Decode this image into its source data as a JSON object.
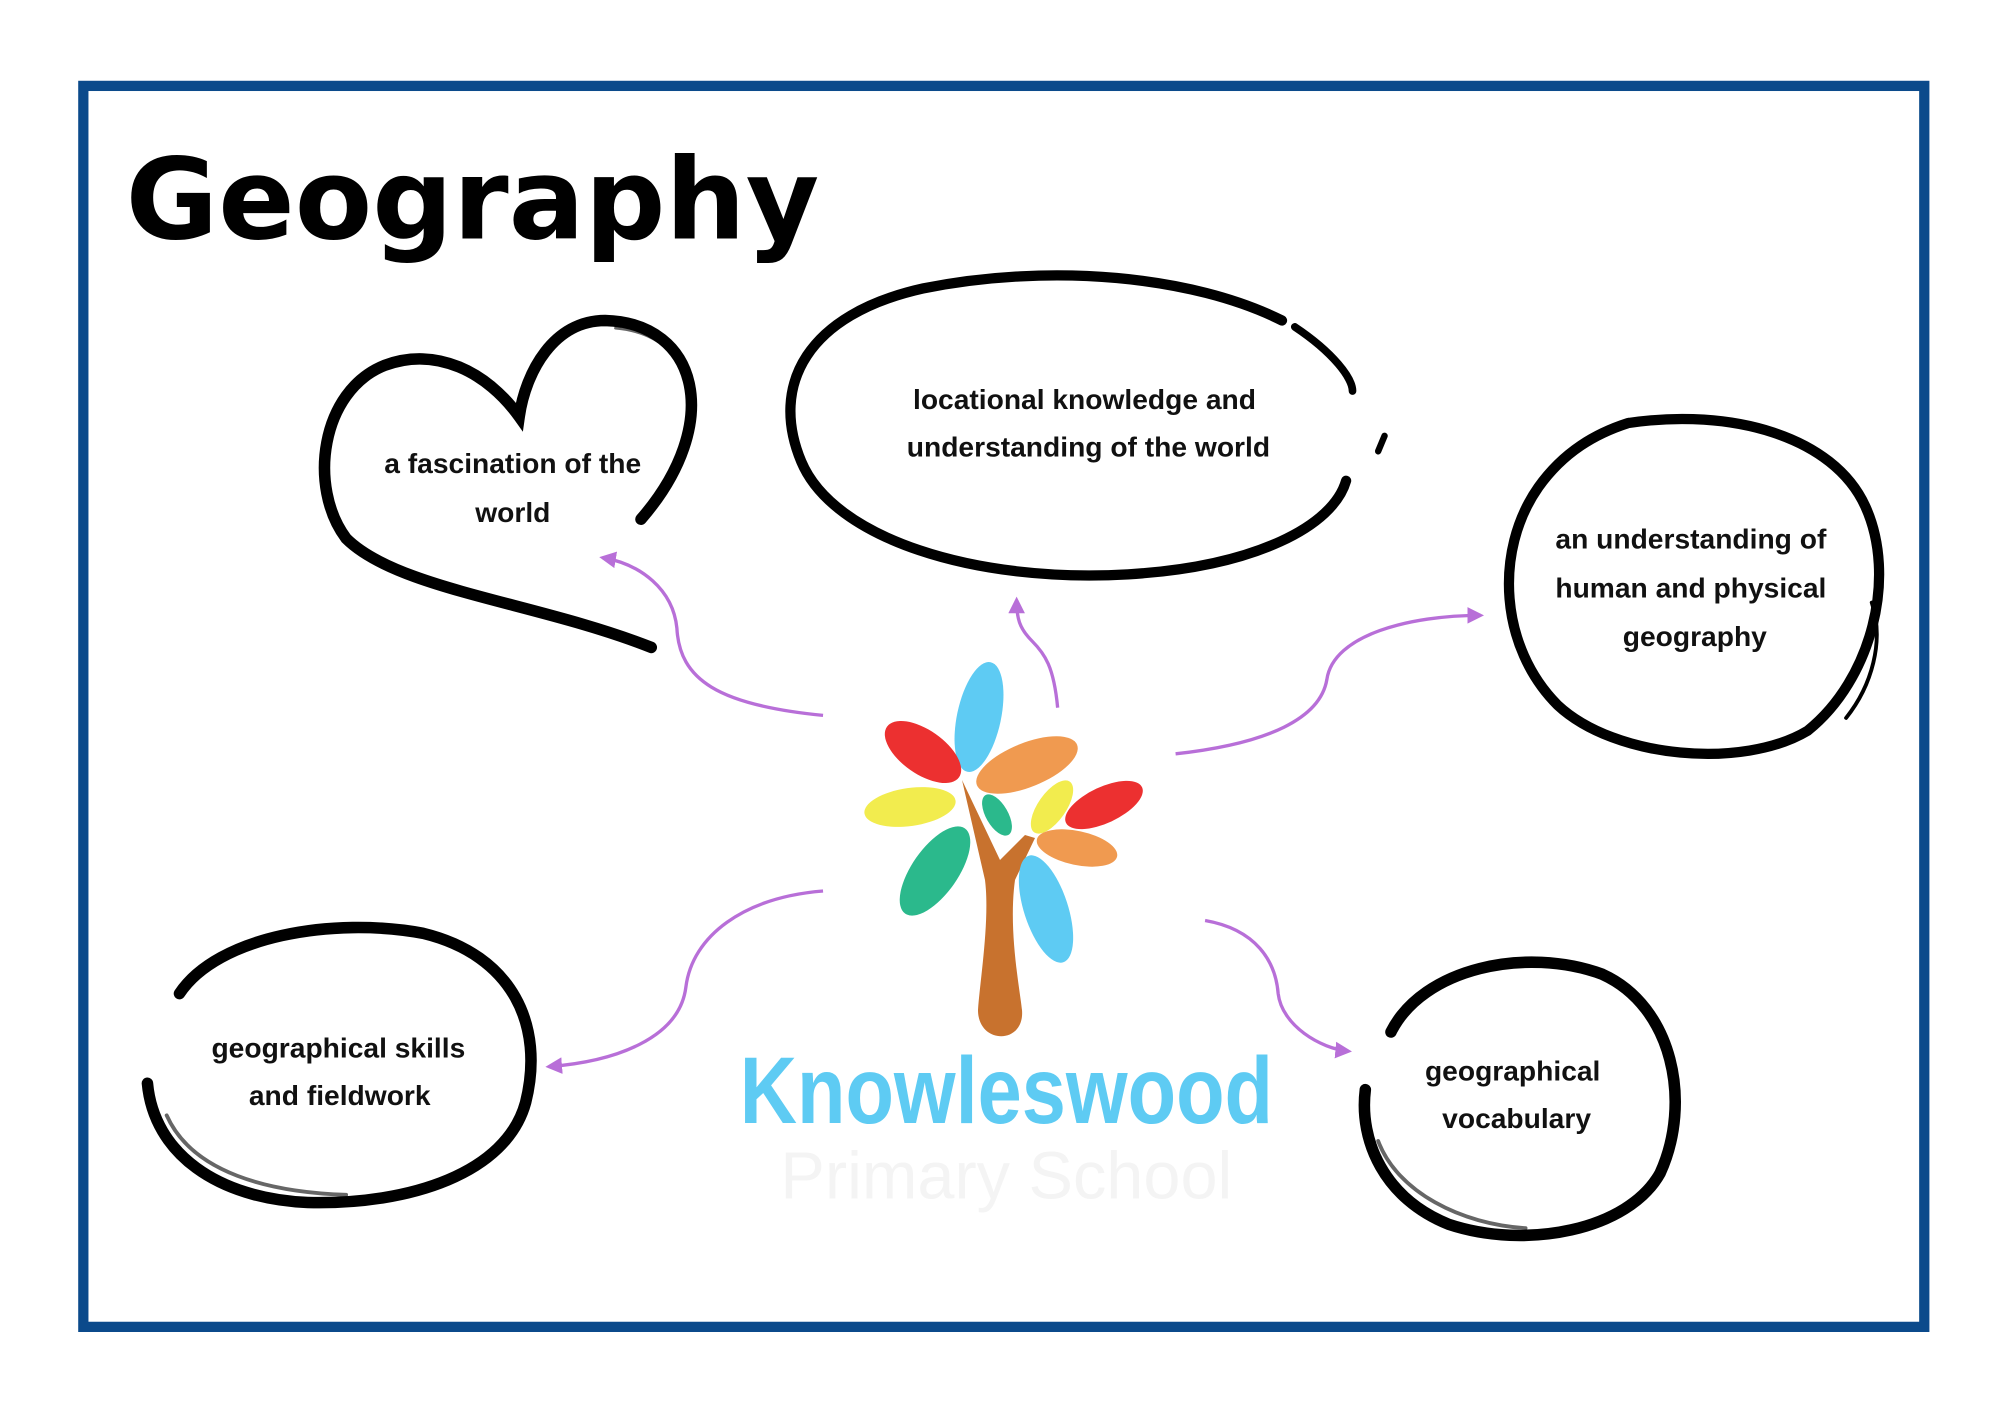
{
  "title": "Geography",
  "colors": {
    "border": "#0b4a8b",
    "arrow": "#b86fd8",
    "brand": "#5ecbf3",
    "leaf_blue": "#5ecbf3",
    "leaf_red": "#ec3030",
    "leaf_orange": "#f09a50",
    "leaf_yellow": "#f2ec4e",
    "leaf_green": "#2bb98c",
    "trunk": "#c8722e"
  },
  "logo": {
    "name": "Knowleswood",
    "subtitle": "Primary School"
  },
  "nodes": {
    "fascination": {
      "lines": [
        "a fascination of the",
        "world"
      ]
    },
    "locational": {
      "lines": [
        "locational knowledge and",
        "understanding of the world"
      ]
    },
    "human_physical": {
      "lines": [
        "an understanding of",
        "human and physical",
        "geography"
      ]
    },
    "skills": {
      "lines": [
        "geographical skills",
        "and fieldwork"
      ]
    },
    "vocabulary": {
      "lines": [
        "geographical",
        "vocabulary"
      ]
    }
  }
}
